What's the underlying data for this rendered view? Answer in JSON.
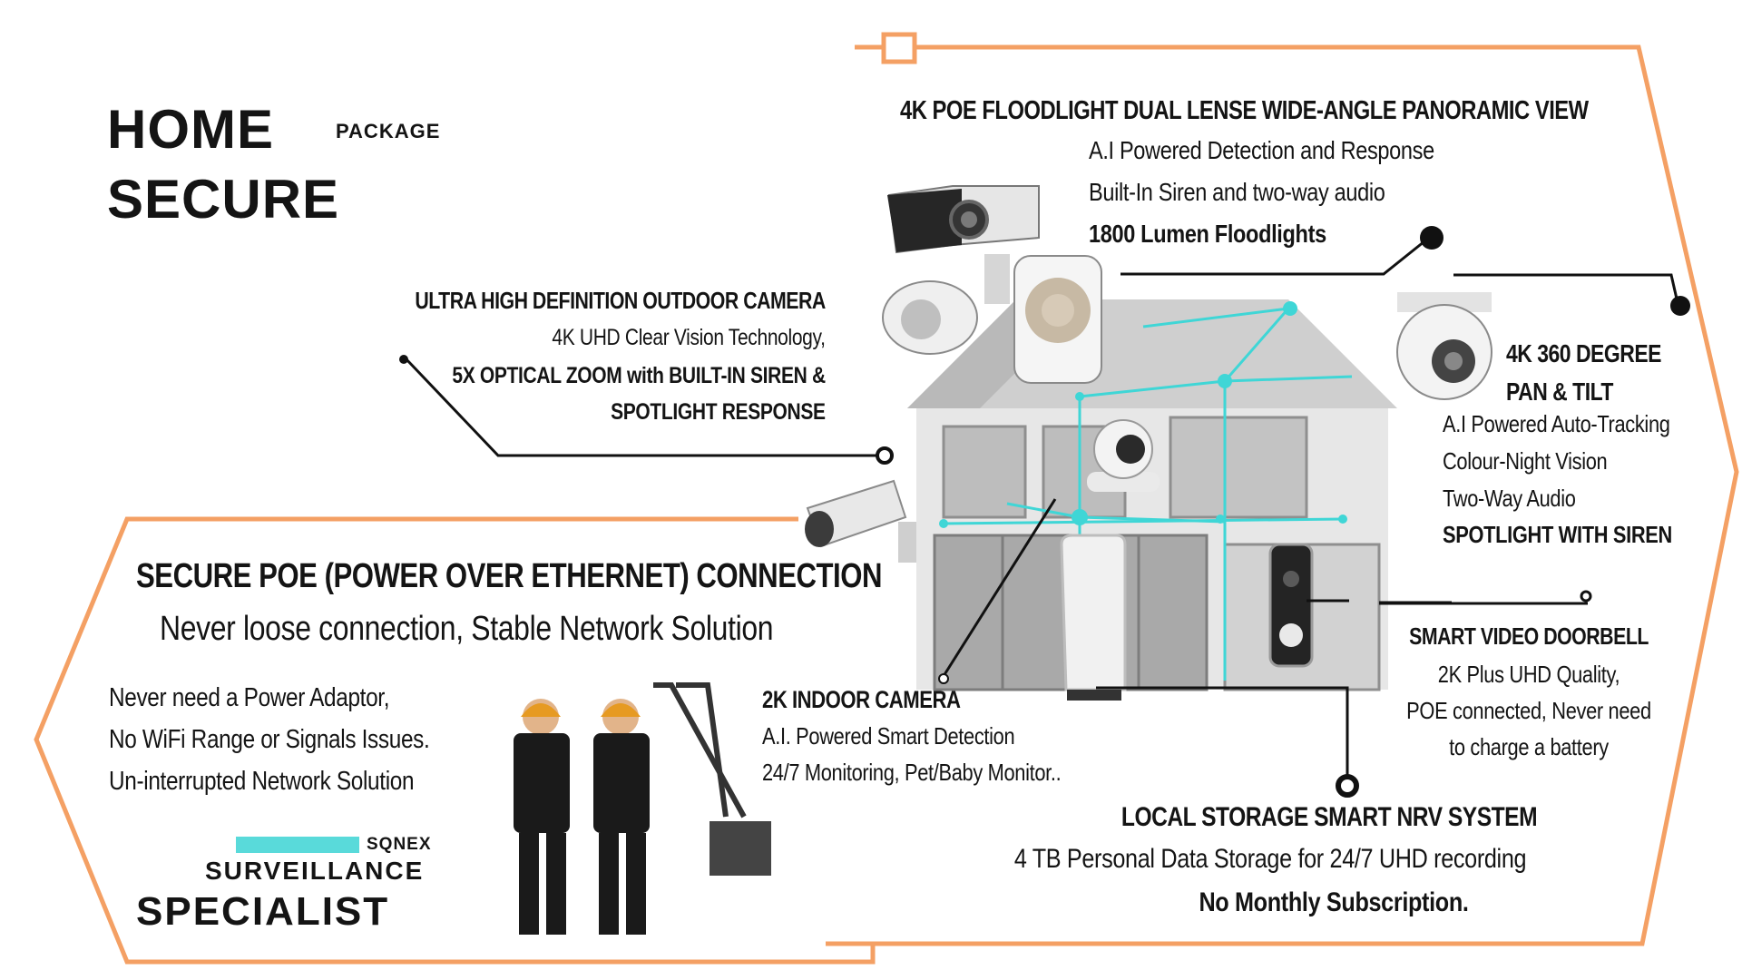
{
  "brand": {
    "title_line1": "HOME",
    "title_tag": "PACKAGE",
    "title_line2": "SECURE",
    "company": "SQNEX",
    "company_line2": "SURVEILLANCE",
    "company_line3": "SPECIALIST"
  },
  "floodlight": {
    "heading": "4K POE FLOODLIGHT DUAL LENSE WIDE-ANGLE PANORAMIC VIEW",
    "line1": "A.I Powered Detection and Response",
    "line2": "Built-In Siren and two-way audio",
    "line3": "1800 Lumen Floodlights"
  },
  "outdoor": {
    "heading": "ULTRA HIGH DEFINITION OUTDOOR CAMERA",
    "line1": "4K UHD  Clear Vision Technology,",
    "line2": "5X OPTICAL ZOOM with BUILT-IN SIREN  &",
    "line3": "SPOTLIGHT RESPONSE"
  },
  "ptz": {
    "heading1": "4K 360 DEGREE",
    "heading2": "PAN & TILT",
    "line1": "A.I Powered Auto-Tracking",
    "line2": "Colour-Night Vision",
    "line3": "Two-Way Audio",
    "line4": "SPOTLIGHT WITH SIREN"
  },
  "poe": {
    "heading": "SECURE POE (POWER OVER ETHERNET) CONNECTION",
    "subheading": "Never loose connection, Stable Network Solution",
    "line1": "Never need a Power Adaptor,",
    "line2": "No WiFi Range or Signals Issues.",
    "line3": "Un-interrupted Network Solution"
  },
  "indoor": {
    "heading": "2K INDOOR CAMERA",
    "line1": "A.I. Powered Smart Detection",
    "line2": "24/7 Monitoring, Pet/Baby Monitor.."
  },
  "doorbell": {
    "heading": "SMART VIDEO DOORBELL",
    "line1": "2K Plus UHD Quality,",
    "line2": "POE connected, Never need",
    "line3": "to charge a battery"
  },
  "storage": {
    "heading": "LOCAL STORAGE  SMART NRV SYSTEM",
    "line1": "4 TB Personal Data Storage for 24/7 UHD recording",
    "line2": "No Monthly Subscription."
  },
  "colors": {
    "accent_orange": "#F4A064",
    "network_cyan": "#3FD6D6",
    "text_dark": "#141414"
  }
}
